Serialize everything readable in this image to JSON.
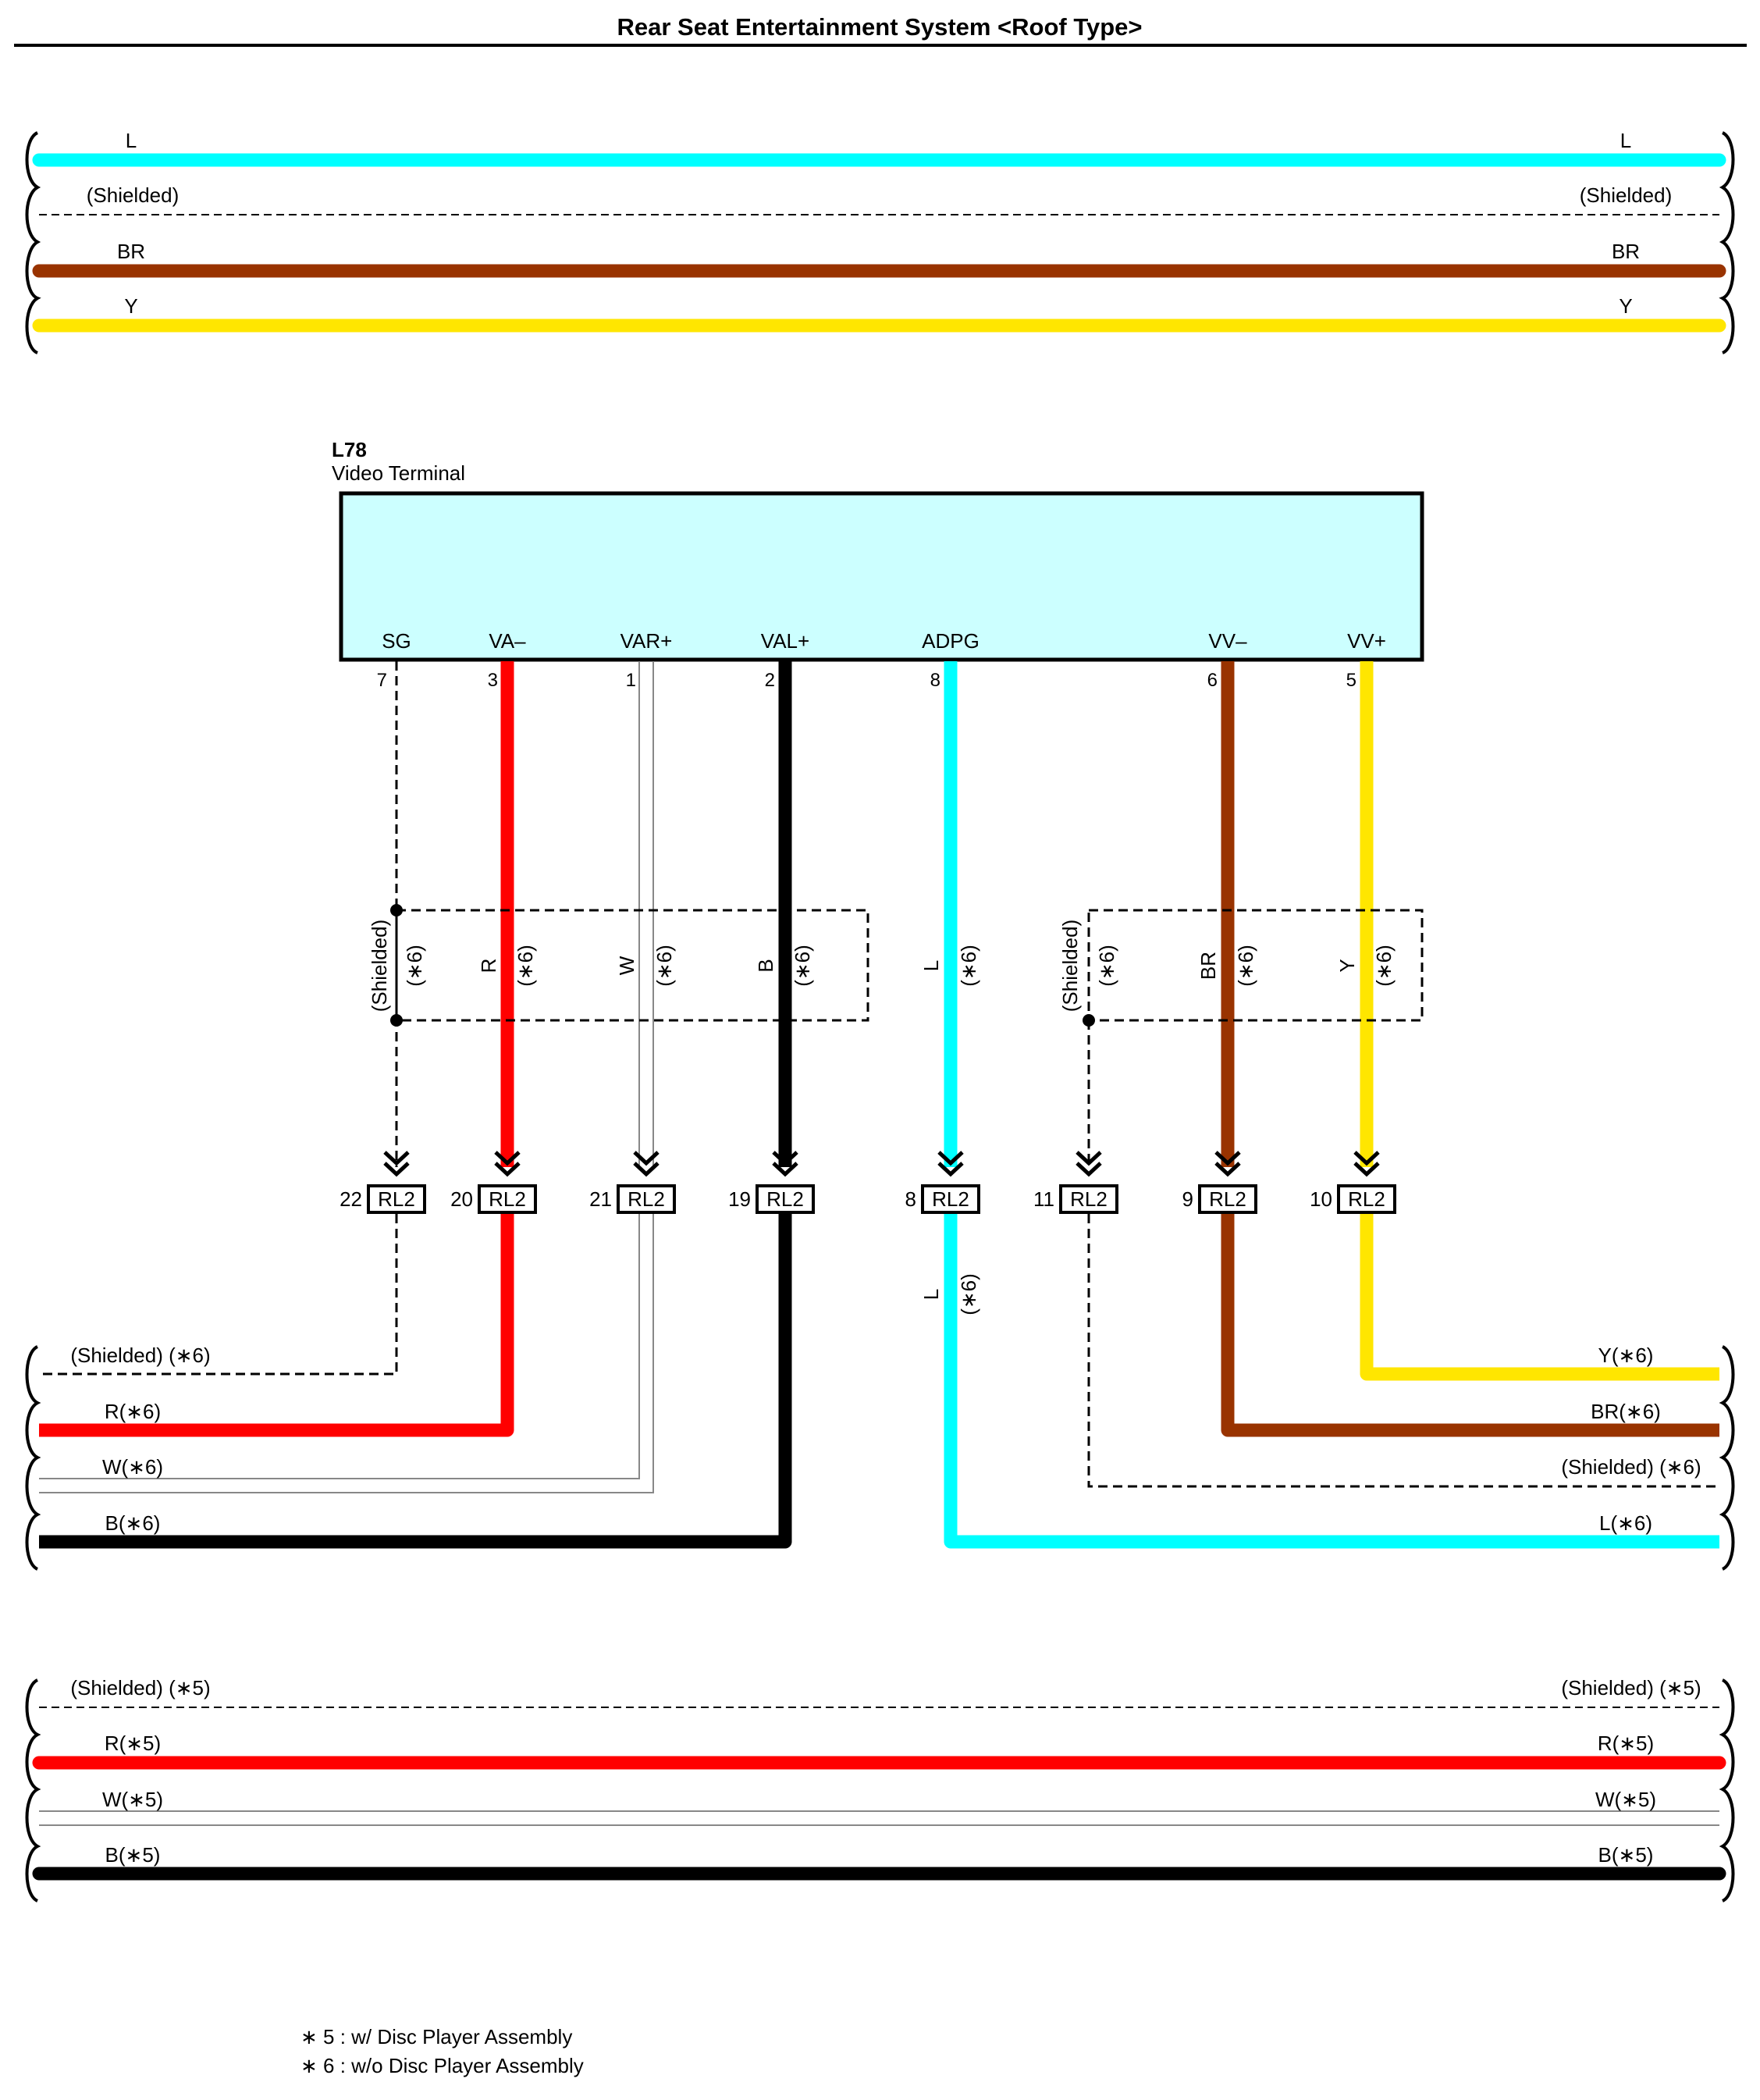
{
  "title": "Rear Seat Entertainment System <Roof Type>",
  "colors": {
    "L": "#00ffff",
    "BR": "#993300",
    "Y": "#ffe600",
    "R": "#ff0000",
    "B": "#000000",
    "W": "#888888",
    "terminal_fill": "#ccffff"
  },
  "top_bus": {
    "L": "L",
    "shielded": "(Shielded)",
    "BR": "BR",
    "Y": "Y"
  },
  "terminal": {
    "id": "L78",
    "name": "Video Terminal",
    "pins": [
      {
        "name": "SG",
        "number": "7"
      },
      {
        "name": "VA–",
        "number": "3"
      },
      {
        "name": "VAR+",
        "number": "1"
      },
      {
        "name": "VAL+",
        "number": "2"
      },
      {
        "name": "ADPG",
        "number": "8"
      },
      {
        "name": "VV–",
        "number": "6"
      },
      {
        "name": "VV+",
        "number": "5"
      }
    ]
  },
  "wire_labels": {
    "shielded": "(Shielded)",
    "R": "R",
    "W": "W",
    "B": "B",
    "L": "L",
    "BR": "BR",
    "Y": "Y",
    "note6": "(∗6)"
  },
  "connector_name": "RL2",
  "connectors": [
    "22",
    "20",
    "21",
    "19",
    "8",
    "11",
    "9",
    "10"
  ],
  "mid_bus_left": {
    "shielded": "(Shielded) (∗6)",
    "R": "R(∗6)",
    "W": "W(∗6)",
    "B": "B(∗6)"
  },
  "mid_bus_right": {
    "Y": "Y(∗6)",
    "BR": "BR(∗6)",
    "shielded": "(Shielded) (∗6)",
    "L": "L(∗6)"
  },
  "bottom_bus": {
    "shielded": "(Shielded) (∗5)",
    "R": "R(∗5)",
    "W": "W(∗5)",
    "B": "B(∗5)"
  },
  "notes": [
    "∗ 5 : w/ Disc Player Assembly",
    "∗ 6 : w/o Disc Player Assembly"
  ]
}
